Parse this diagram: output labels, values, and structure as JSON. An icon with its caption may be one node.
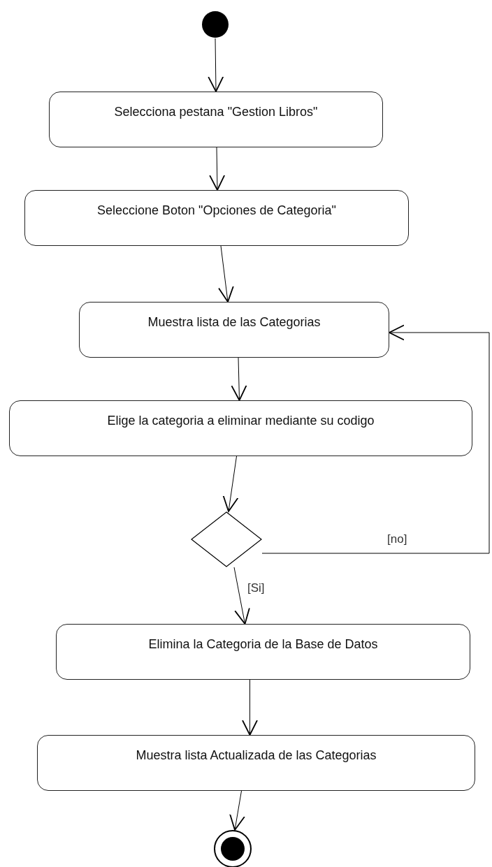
{
  "diagram": {
    "nodes": [
      {
        "text": [],
        "shape": "circle"
      },
      {
        "text": [
          "Selecciona pestana \"Gestion Libros\""
        ]
      },
      {
        "text": [
          "Seleccione Boton \"Opciones de Categoria\""
        ]
      },
      {
        "text": [
          "Muestra lista de las Categorias"
        ]
      },
      {
        "text": [
          "Elige la categoria a eliminar mediante su codigo"
        ]
      },
      {
        "text": [],
        "shape": "diamond"
      },
      {
        "text": [
          "Elimina la Categoria de la Base de Datos"
        ]
      },
      {
        "text": [
          "Muestra lista Actualizada de las Categorias"
        ]
      },
      {
        "text": [],
        "shape": "bullseye"
      }
    ],
    "edges": [
      {
        "from": 0,
        "to": 1,
        "arrow": "to"
      },
      {
        "from": 1,
        "to": 2,
        "arrow": "to"
      },
      {
        "from": 2,
        "to": 3,
        "arrow": "to"
      },
      {
        "from": 3,
        "to": 4,
        "arrow": "to"
      },
      {
        "from": 4,
        "to": 5,
        "arrow": "to"
      },
      {
        "from": 5,
        "to": 6,
        "arrow": "to",
        "label": "[Si]"
      },
      {
        "from": 6,
        "to": 7,
        "arrow": "to"
      },
      {
        "from": 7,
        "to": 8,
        "arrow": "to"
      },
      {
        "from": 5,
        "to": 3,
        "arrow": "to",
        "label": "[no]"
      }
    ]
  }
}
